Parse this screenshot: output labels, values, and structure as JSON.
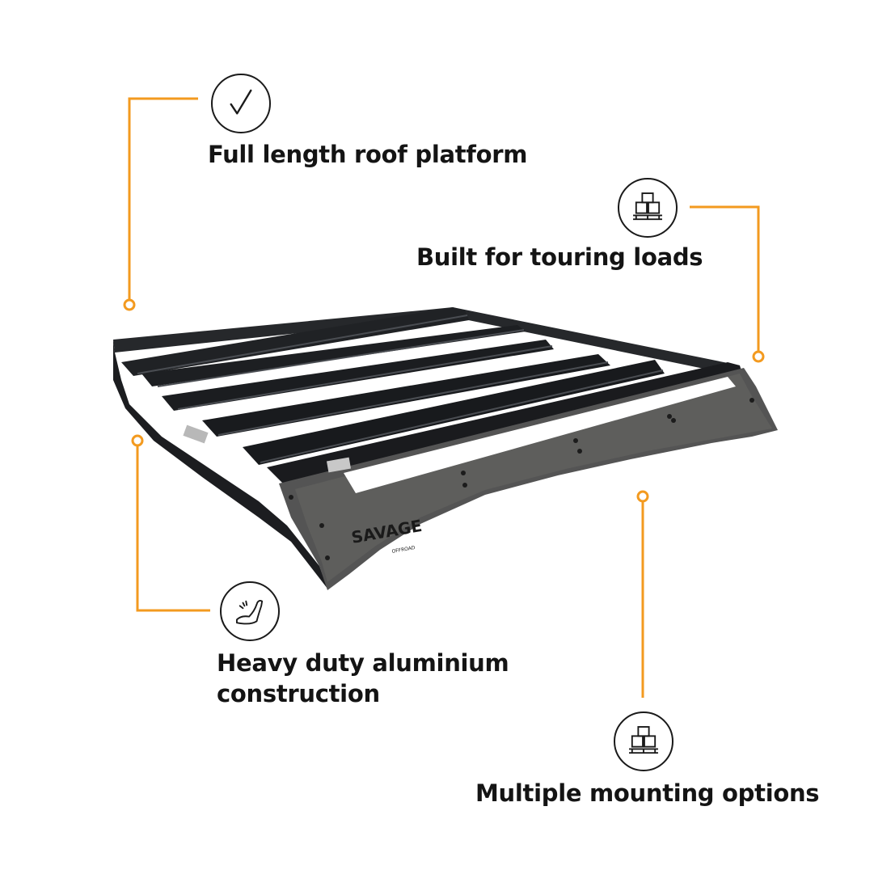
{
  "accent_color": "#f39a1f",
  "text_color": "#141414",
  "product": {
    "name": "roof rack platform",
    "brand_logo_text": "SAVAGE",
    "brand_logo_subtext": "OFFROAD"
  },
  "features": [
    {
      "id": "full-length",
      "label": "Full length roof platform",
      "icon": "checkmark-icon"
    },
    {
      "id": "touring-loads",
      "label": "Built for touring loads",
      "icon": "boxes-pallet-icon"
    },
    {
      "id": "heavy-duty",
      "label_line1": "Heavy duty aluminium",
      "label_line2": "construction",
      "icon": "flexed-arm-icon"
    },
    {
      "id": "mounting",
      "label": "Multiple mounting options",
      "icon": "boxes-pallet-icon"
    }
  ]
}
